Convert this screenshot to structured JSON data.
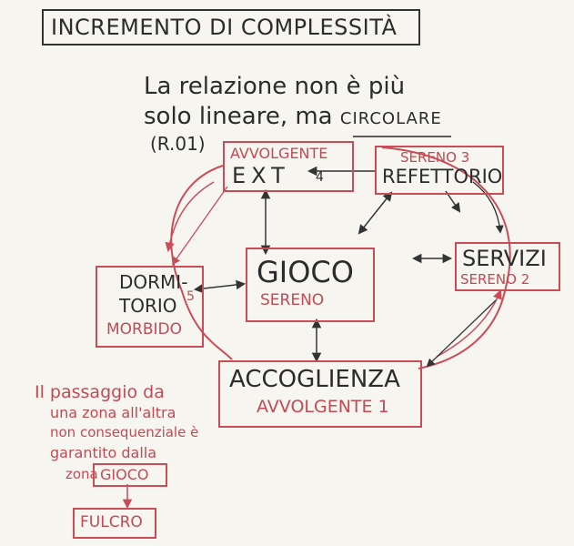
{
  "title": "INCREMENTO DI COMPLESSITÀ",
  "intro": {
    "line1": "La relazione non è più",
    "line2_prefix": "solo lineare, ma",
    "line2_emph": "CIRCOLARE",
    "ref": "(R.01)"
  },
  "nodes": {
    "ext": {
      "tag": "AVVOLGENTE",
      "label": "EXT",
      "num": "4"
    },
    "refettorio": {
      "tag": "SERENO 3",
      "label": "REFETTORIO"
    },
    "gioco": {
      "label": "GIOCO",
      "tag": "SERENO"
    },
    "servizi": {
      "label": "SERVIZI",
      "tag": "SERENO 2"
    },
    "dormitorio": {
      "label1": "DORMI-",
      "label2": "TORIO",
      "num": "5",
      "tag": "MORBIDO"
    },
    "accoglienza": {
      "label": "ACCOGLIENZA",
      "tag": "AVVOLGENTE 1"
    }
  },
  "note": {
    "line1": "Il passaggio da",
    "line2": "una zona all'altra",
    "line3": "non consequenziale è",
    "line4": "garantito dalla",
    "line5": "zona",
    "box": "GIOCO",
    "fulcro": "FULCRO"
  },
  "colors": {
    "ink": "#2a2a2a",
    "red": "#c94c59",
    "paper": "#f7f5ef"
  }
}
